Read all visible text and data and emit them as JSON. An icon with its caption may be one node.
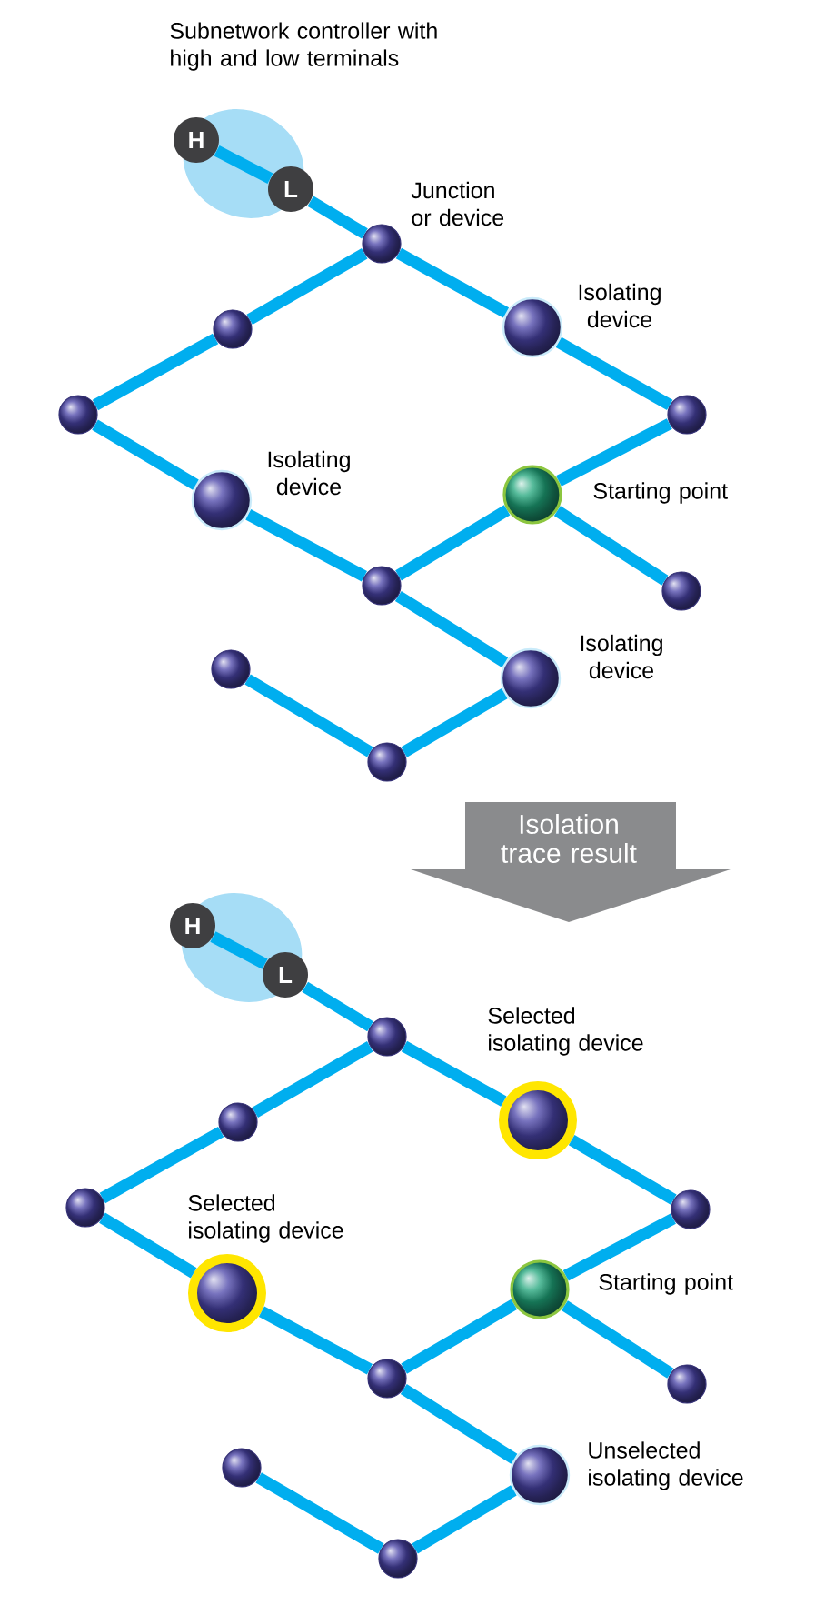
{
  "diagram": {
    "nodes": [
      {
        "text": [],
        "shape": "ellipse",
        "beside": [
          "Subnetwork controller with high and low terminals"
        ]
      },
      {
        "text": [
          "H"
        ],
        "in": 0
      },
      {
        "text": [
          "L"
        ],
        "in": 0
      },
      {
        "text": [],
        "shape": "circle",
        "beside": [
          "Junction or device"
        ]
      },
      {
        "text": [],
        "shape": "circle"
      },
      {
        "text": [],
        "shape": "circle",
        "beside": [
          "Isolating device"
        ]
      },
      {
        "text": [],
        "shape": "circle"
      },
      {
        "text": [],
        "shape": "circle"
      },
      {
        "text": [],
        "shape": "circle",
        "beside": [
          "Isolating device"
        ]
      },
      {
        "text": [],
        "shape": "circle",
        "beside": [
          "Starting point"
        ]
      },
      {
        "text": [],
        "shape": "circle"
      },
      {
        "text": [],
        "shape": "circle"
      },
      {
        "text": [],
        "shape": "circle",
        "beside": [
          "Isolating device"
        ]
      },
      {
        "text": [],
        "shape": "circle"
      },
      {
        "text": [],
        "shape": "circle"
      },
      {
        "text": [
          "Isolation trace result"
        ]
      },
      {
        "text": [],
        "shape": "ellipse"
      },
      {
        "text": [
          "H"
        ],
        "in": 16
      },
      {
        "text": [
          "L"
        ],
        "in": 16
      },
      {
        "text": [],
        "shape": "circle"
      },
      {
        "text": [],
        "shape": "circle"
      },
      {
        "text": [],
        "shape": "circle",
        "beside": [
          "Selected isolating device"
        ]
      },
      {
        "text": [],
        "shape": "circle"
      },
      {
        "text": [],
        "shape": "circle"
      },
      {
        "text": [],
        "shape": "circle",
        "beside": [
          "Selected isolating device"
        ]
      },
      {
        "text": [],
        "shape": "circle",
        "beside": [
          "Starting point"
        ]
      },
      {
        "text": [],
        "shape": "circle"
      },
      {
        "text": [],
        "shape": "circle"
      },
      {
        "text": [],
        "shape": "circle",
        "beside": [
          "Unselected isolating device"
        ]
      },
      {
        "text": [],
        "shape": "circle"
      },
      {
        "text": [],
        "shape": "circle"
      }
    ],
    "edges": [
      {
        "from": 1,
        "to": 2,
        "arrow": "none"
      },
      {
        "from": 2,
        "to": 3,
        "arrow": "none"
      },
      {
        "from": 3,
        "to": 4,
        "arrow": "none"
      },
      {
        "from": 4,
        "to": 6,
        "arrow": "none"
      },
      {
        "from": 6,
        "to": 8,
        "arrow": "none"
      },
      {
        "from": 8,
        "to": 11,
        "arrow": "none"
      },
      {
        "from": 11,
        "to": 9,
        "arrow": "none"
      },
      {
        "from": 9,
        "to": 7,
        "arrow": "none"
      },
      {
        "from": 7,
        "to": 5,
        "arrow": "none"
      },
      {
        "from": 5,
        "to": 3,
        "arrow": "none"
      },
      {
        "from": 9,
        "to": 10,
        "arrow": "none"
      },
      {
        "from": 11,
        "to": 12,
        "arrow": "none"
      },
      {
        "from": 12,
        "to": 14,
        "arrow": "none"
      },
      {
        "from": 14,
        "to": 13,
        "arrow": "none"
      },
      {
        "from": 17,
        "to": 18,
        "arrow": "none"
      },
      {
        "from": 18,
        "to": 19,
        "arrow": "none"
      },
      {
        "from": 19,
        "to": 20,
        "arrow": "none"
      },
      {
        "from": 20,
        "to": 22,
        "arrow": "none"
      },
      {
        "from": 22,
        "to": 24,
        "arrow": "none"
      },
      {
        "from": 24,
        "to": 27,
        "arrow": "none"
      },
      {
        "from": 27,
        "to": 25,
        "arrow": "none"
      },
      {
        "from": 25,
        "to": 23,
        "arrow": "none"
      },
      {
        "from": 23,
        "to": 21,
        "arrow": "none"
      },
      {
        "from": 21,
        "to": 19,
        "arrow": "none"
      },
      {
        "from": 25,
        "to": 26,
        "arrow": "none"
      },
      {
        "from": 27,
        "to": 28,
        "arrow": "none"
      },
      {
        "from": 28,
        "to": 30,
        "arrow": "none"
      },
      {
        "from": 30,
        "to": 29,
        "arrow": "none"
      }
    ]
  }
}
